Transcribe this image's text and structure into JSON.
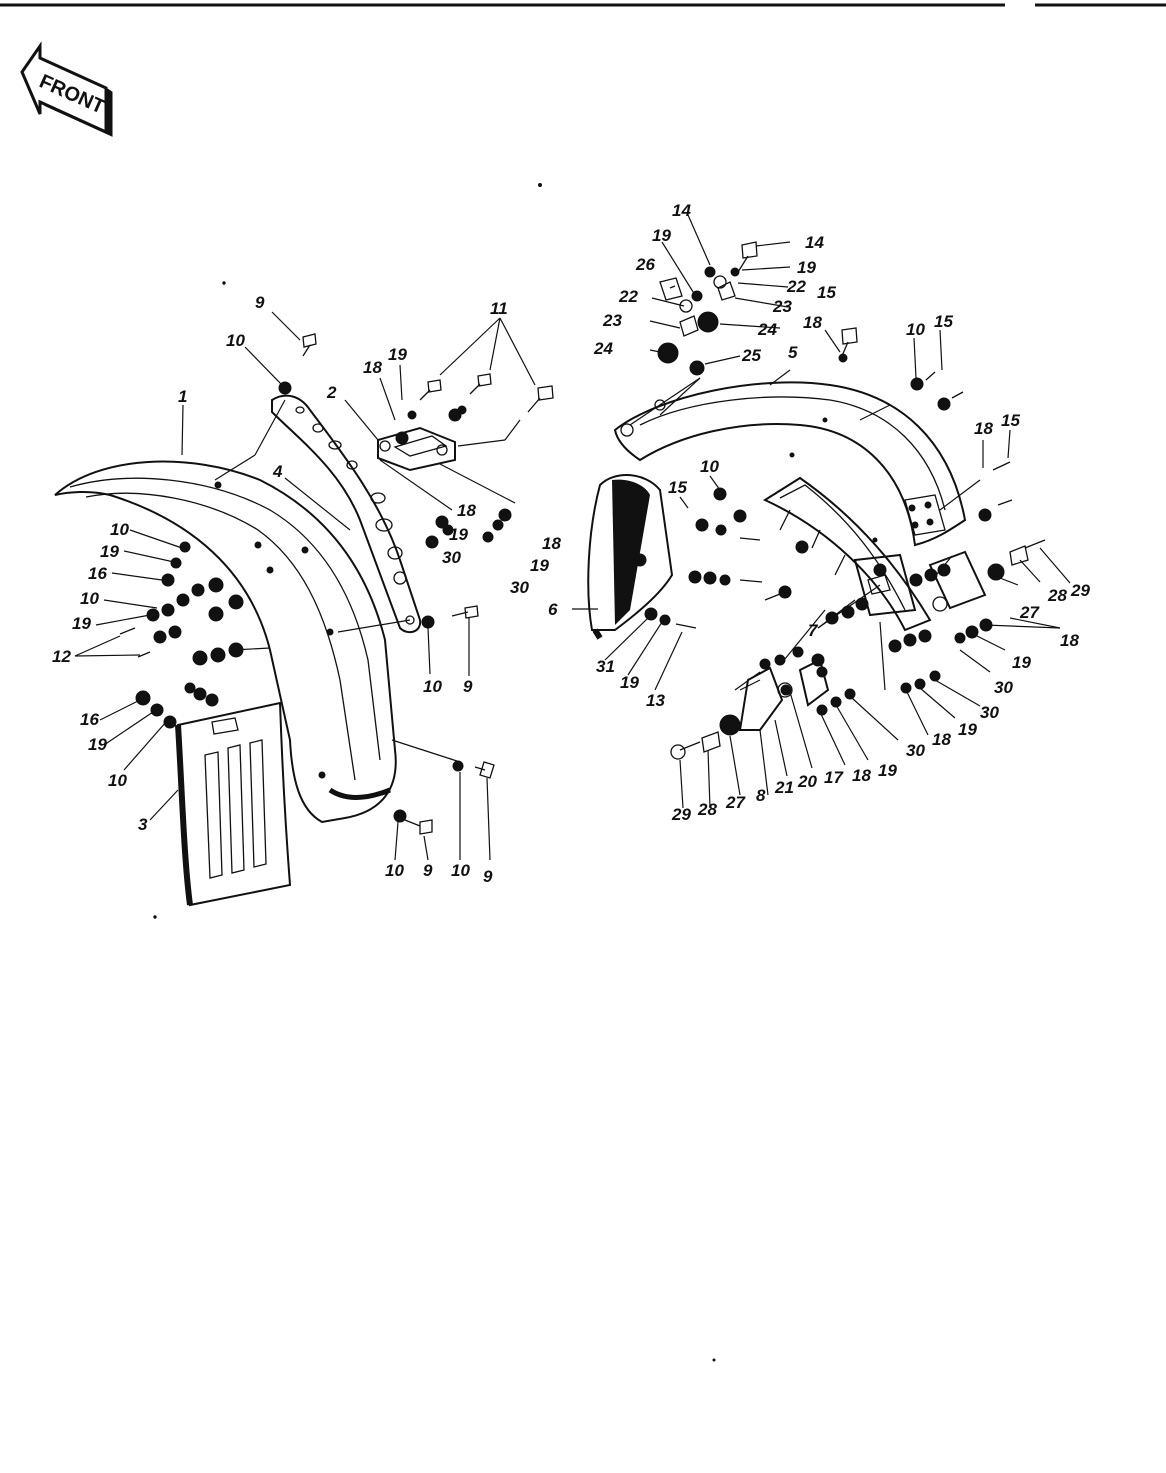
{
  "front_label": "FRONT",
  "colors": {
    "ink": "#111111",
    "paper": "#ffffff"
  },
  "callouts": {
    "c1": "1",
    "c2": "2",
    "c3": "3",
    "c4": "4",
    "c5": "5",
    "c6": "6",
    "c7": "7",
    "c8": "8",
    "c9": "9",
    "c10": "10",
    "c11": "11",
    "c12": "12",
    "c13": "13",
    "c14": "14",
    "c15": "15",
    "c16": "16",
    "c17": "17",
    "c18": "18",
    "c19": "19",
    "c20": "20",
    "c21": "21",
    "c22": "22",
    "c23": "23",
    "c24": "24",
    "c25": "25",
    "c26": "26",
    "c27": "27",
    "c28": "28",
    "c29": "29",
    "c30": "30",
    "c31": "31"
  }
}
